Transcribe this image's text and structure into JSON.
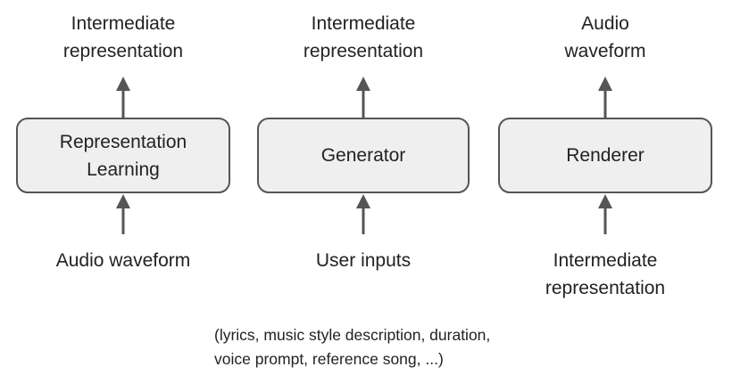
{
  "columns": [
    {
      "output_lines": [
        "Intermediate",
        "representation"
      ],
      "box_lines": [
        "Representation",
        "Learning"
      ],
      "input_lines": [
        "Audio waveform"
      ]
    },
    {
      "output_lines": [
        "Intermediate",
        "representation"
      ],
      "box_lines": [
        "Generator"
      ],
      "input_lines": [
        "User inputs"
      ]
    },
    {
      "output_lines": [
        "Audio",
        "waveform"
      ],
      "box_lines": [
        "Renderer"
      ],
      "input_lines": [
        "Intermediate",
        "representation"
      ]
    }
  ],
  "note_lines": [
    "(lyrics, music style description, duration,",
    "voice prompt, reference song, ...)"
  ],
  "colors": {
    "box_fill": "#efefef",
    "box_border": "#555555",
    "arrow": "#555555",
    "text": "#222222"
  }
}
